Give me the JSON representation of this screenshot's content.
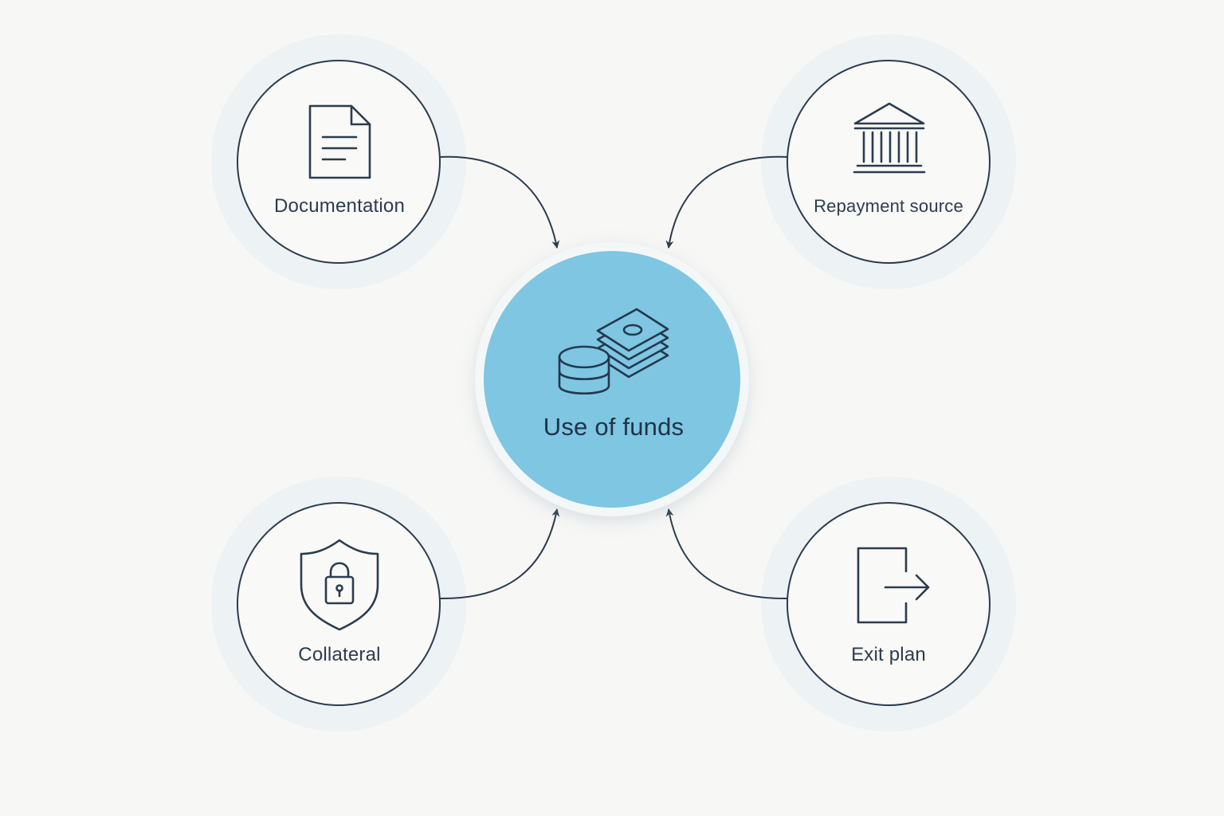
{
  "diagram": {
    "center": {
      "label": "Use of funds",
      "icon": "coins-and-bills-icon",
      "fill_color": "#7ec6e2"
    },
    "nodes": [
      {
        "id": "documentation",
        "label": "Documentation",
        "icon": "document-icon"
      },
      {
        "id": "repayment-source",
        "label": "Repayment source",
        "icon": "bank-icon"
      },
      {
        "id": "collateral",
        "label": "Collateral",
        "icon": "shield-lock-icon"
      },
      {
        "id": "exit-plan",
        "label": "Exit plan",
        "icon": "exit-arrow-icon"
      }
    ],
    "colors": {
      "stroke": "#2b3c4f",
      "halo": "#edf2f5",
      "background": "#f7f7f5"
    }
  }
}
